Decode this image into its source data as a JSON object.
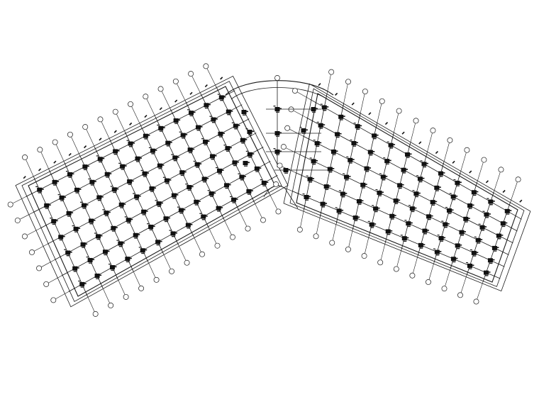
{
  "drawing": {
    "background": "#ffffff",
    "line_color": "#1a1a1a",
    "column_color": "#111111",
    "left_wing": {
      "rows": 7,
      "cols": 13
    },
    "right_wing": {
      "rows": 6,
      "cols": 12
    },
    "central_columns": 4
  }
}
